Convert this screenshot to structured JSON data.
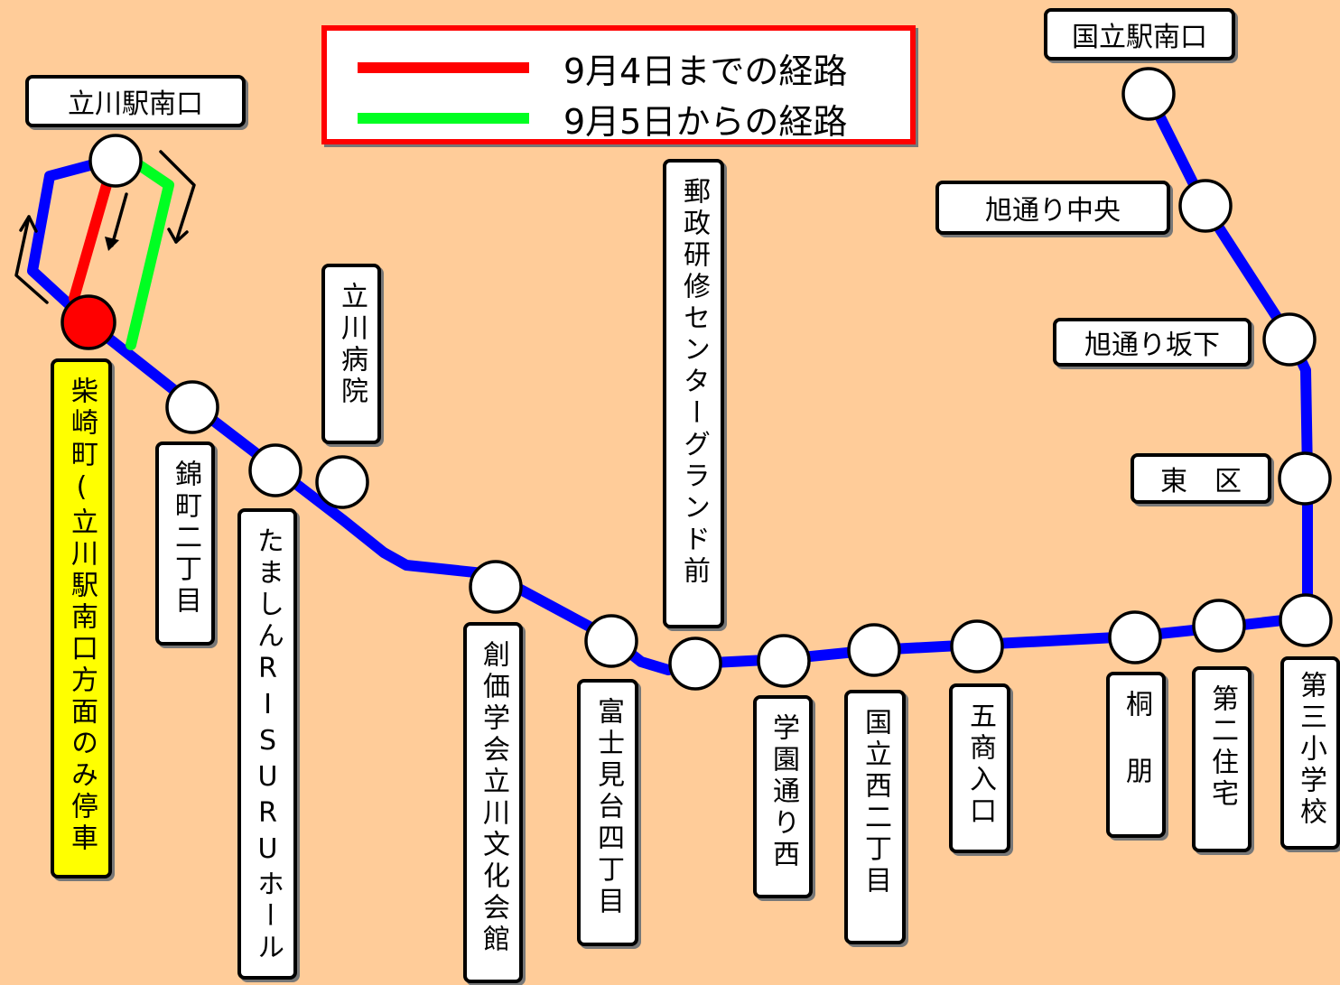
{
  "legend": {
    "before": {
      "label": "9月4日までの経路",
      "color": "#FF0000"
    },
    "after": {
      "label": "9月5日からの経路",
      "color": "#00FF22"
    }
  },
  "route_color": "#0000FF",
  "terminal_stop_color": "#FF0000",
  "stops": {
    "tachikawa_south": "立川駅南口",
    "shibasaki": "柴崎町(立川駅南口方面のみ停車",
    "nishikicho2": "錦町二丁目",
    "tamashin": "たましんRISURUホール",
    "tachikawa_hospital": "立川病院",
    "soka_gakkai": "創価学会立川文化会館",
    "fujimidai4": "富士見台四丁目",
    "yusei_kenshu": "郵政研修センターグランド前",
    "gakuen_nishi": "学園通り西",
    "kunitachi_nishi2": "国立西二丁目",
    "gosho_iriguchi": "五商入口",
    "kiri": "桐朋",
    "daini_jutaku": "第二住宅",
    "daisan_shogakko": "第三小学校",
    "higashi_ku": "東　区",
    "asahi_sakashita": "旭通り坂下",
    "asahi_chuo": "旭通り中央",
    "kunitachi_south": "国立駅南口"
  }
}
